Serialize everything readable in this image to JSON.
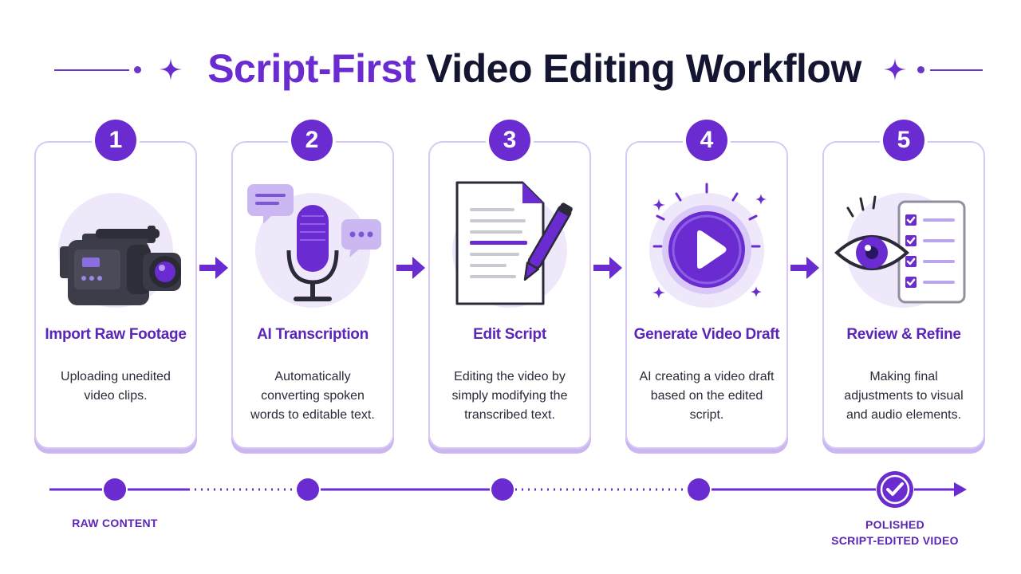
{
  "title": {
    "accent": "Script-First",
    "rest": " Video Editing Workflow"
  },
  "colors": {
    "primary": "#6a2bd0",
    "dark_text": "#141631",
    "card_border": "#d8c9f4",
    "soft_fill": "#efe8fb"
  },
  "steps": [
    {
      "number": "1",
      "title": "Import Raw Footage",
      "description": "Uploading unedited video clips.",
      "icon": "video-camera-icon"
    },
    {
      "number": "2",
      "title": "AI Transcription",
      "description": "Automatically converting spoken words to editable text.",
      "icon": "microphone-icon"
    },
    {
      "number": "3",
      "title": "Edit Script",
      "description": "Editing the video by simply modifying the transcribed text.",
      "icon": "document-pen-icon"
    },
    {
      "number": "4",
      "title": "Generate Video Draft",
      "description": "AI creating a video draft based on the edited script.",
      "icon": "play-button-icon"
    },
    {
      "number": "5",
      "title": "Review & Refine",
      "description": "Making final adjustments to visual and audio elements.",
      "icon": "eye-checklist-icon"
    }
  ],
  "timeline": {
    "start_label": "RAW CONTENT",
    "end_label_line1": "POLISHED",
    "end_label_line2": "SCRIPT-EDITED VIDEO"
  }
}
